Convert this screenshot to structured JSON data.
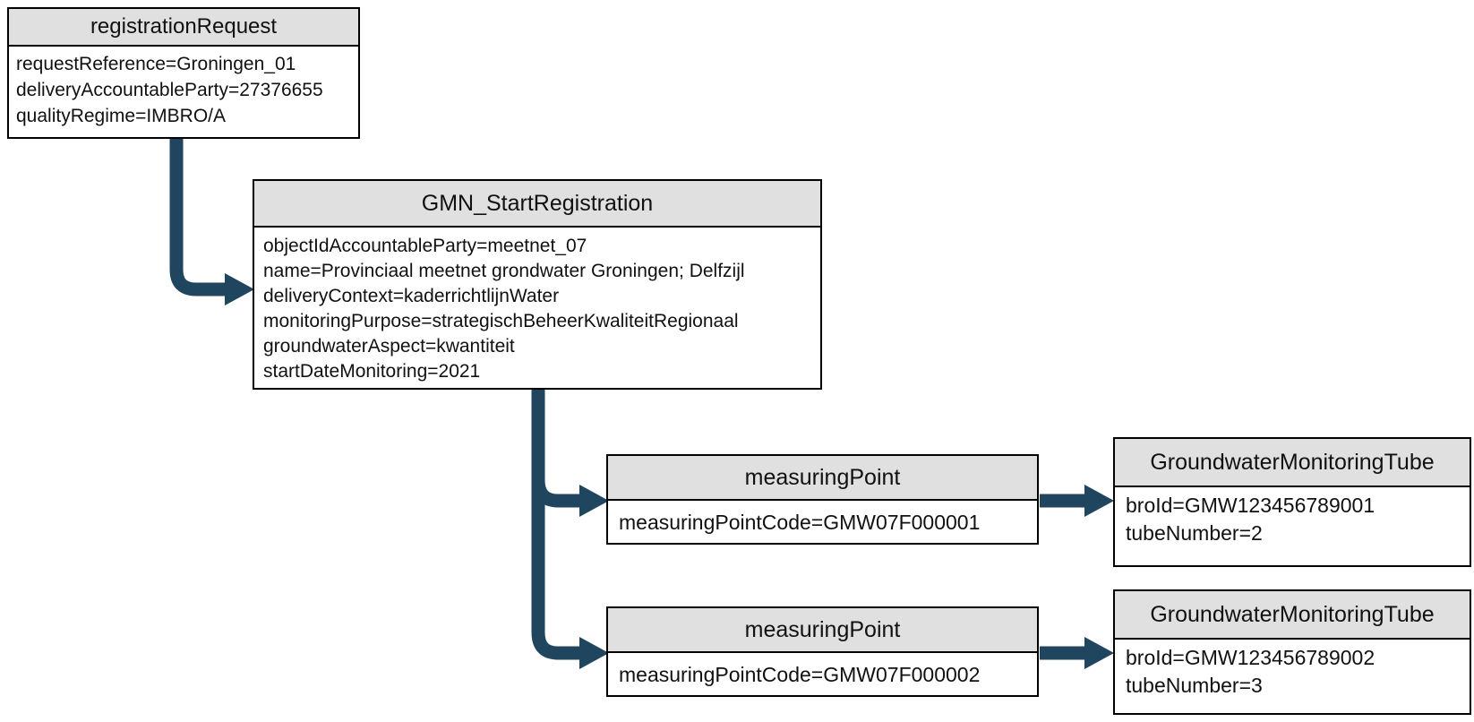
{
  "diagram": {
    "type": "object-tree",
    "colors": {
      "arrow": "#20455F",
      "node_header_fill": "#E0E0E0",
      "node_body_fill": "#FFFFFF",
      "node_border": "#000000",
      "text": "#111111",
      "background": "#FFFFFF"
    },
    "nodes": [
      {
        "id": "registrationRequest",
        "title": "registrationRequest",
        "lines": [
          "requestReference=Groningen_01",
          "deliveryAccountableParty=27376655",
          "qualityRegime=IMBRO/A"
        ]
      },
      {
        "id": "GMN_StartRegistration",
        "title": "GMN_StartRegistration",
        "lines": [
          "objectIdAccountableParty=meetnet_07",
          "name=Provinciaal meetnet grondwater Groningen; Delfzijl",
          "deliveryContext=kaderrichtlijnWater",
          "monitoringPurpose=strategischBeheerKwaliteitRegionaal",
          "groundwaterAspect=kwantiteit",
          "startDateMonitoring=2021"
        ]
      },
      {
        "id": "measuringPoint_1",
        "title": "measuringPoint",
        "lines": [
          "measuringPointCode=GMW07F000001"
        ]
      },
      {
        "id": "GroundwaterMonitoringTube_1",
        "title": "GroundwaterMonitoringTube",
        "lines": [
          "broId=GMW123456789001",
          "tubeNumber=2"
        ]
      },
      {
        "id": "measuringPoint_2",
        "title": "measuringPoint",
        "lines": [
          "measuringPointCode=GMW07F000002"
        ]
      },
      {
        "id": "GroundwaterMonitoringTube_2",
        "title": "GroundwaterMonitoringTube",
        "lines": [
          "broId=GMW123456789002",
          "tubeNumber=3"
        ]
      }
    ],
    "edges": [
      {
        "from": "registrationRequest",
        "to": "GMN_StartRegistration"
      },
      {
        "from": "GMN_StartRegistration",
        "to": "measuringPoint_1"
      },
      {
        "from": "GMN_StartRegistration",
        "to": "measuringPoint_2"
      },
      {
        "from": "measuringPoint_1",
        "to": "GroundwaterMonitoringTube_1"
      },
      {
        "from": "measuringPoint_2",
        "to": "GroundwaterMonitoringTube_2"
      }
    ]
  }
}
